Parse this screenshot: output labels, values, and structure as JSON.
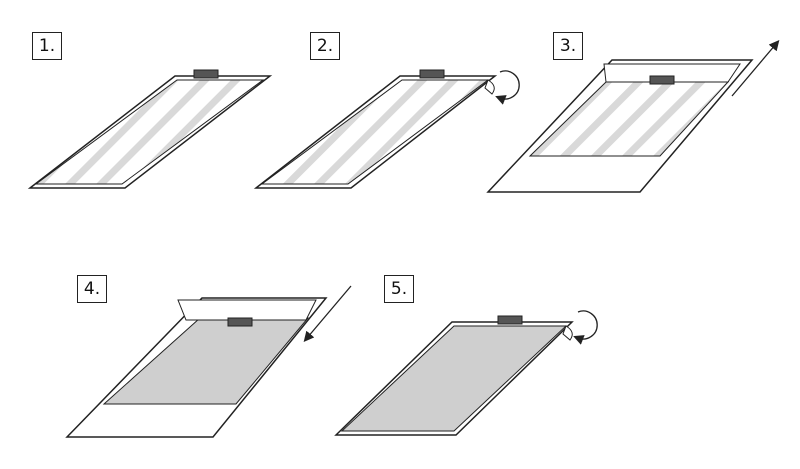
{
  "steps": [
    {
      "label": "1."
    },
    {
      "label": "2."
    },
    {
      "label": "3."
    },
    {
      "label": "4."
    },
    {
      "label": "5."
    }
  ],
  "colors": {
    "outline": "#222222",
    "stripe": "#d9d9d9",
    "fill": "#cfcfcf",
    "tab": "#555555",
    "sheet": "#ffffff"
  },
  "icons": [
    "rotate-arrow-icon",
    "slide-up-arrow-icon",
    "slide-down-arrow-icon"
  ]
}
